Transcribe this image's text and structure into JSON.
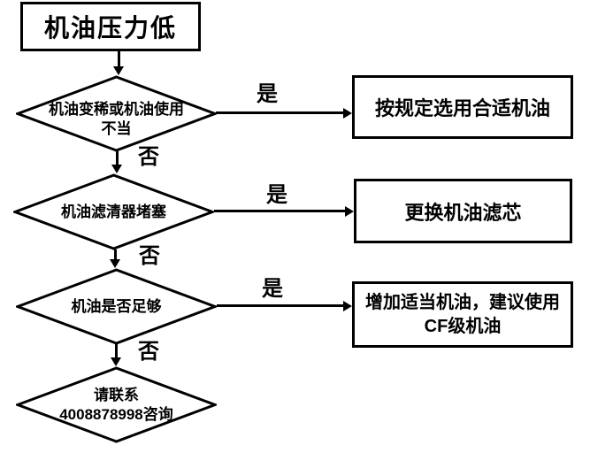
{
  "flowchart": {
    "start": {
      "label": "机油压力低"
    },
    "decisions": {
      "d1": {
        "line1": "机油变稀或机油使用",
        "line2": "不当"
      },
      "d2": {
        "label": "机油滤清器堵塞"
      },
      "d3": {
        "label": "机油是否足够"
      },
      "d4": {
        "line1": "请联系",
        "line2": "4008878998咨询"
      }
    },
    "results": {
      "r1": {
        "label": "按规定选用合适机油"
      },
      "r2": {
        "label": "更换机油滤芯"
      },
      "r3": {
        "line1": "增加适当机油，建议使用",
        "line2": "CF级机油"
      }
    },
    "edge_labels": {
      "yes": "是",
      "no": "否"
    },
    "contact_number": "4008878998",
    "colors": {
      "ink": "#000000",
      "background": "#ffffff"
    }
  }
}
